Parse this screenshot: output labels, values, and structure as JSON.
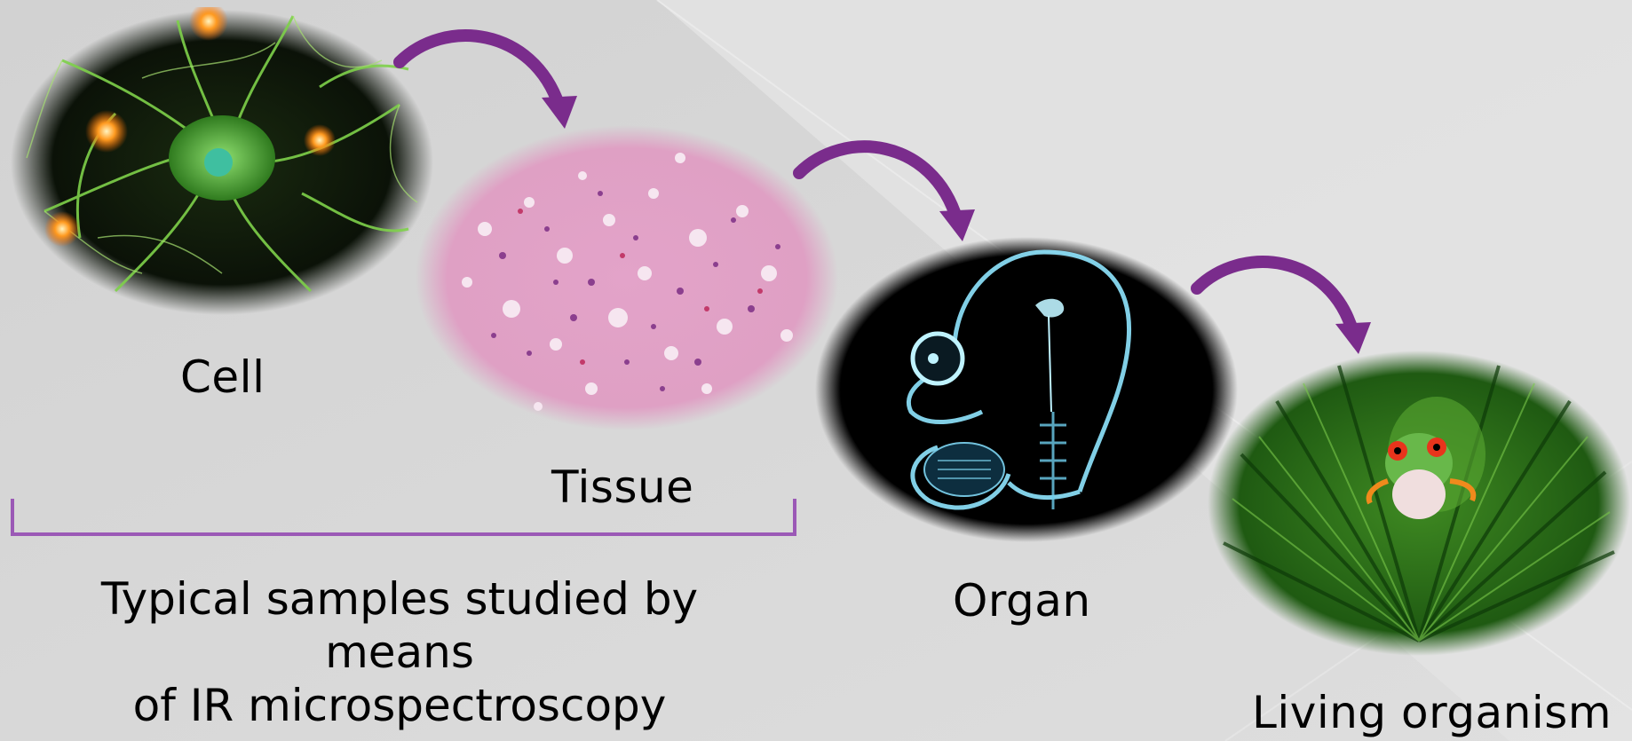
{
  "labels": {
    "cell": "Cell",
    "tissue": "Tissue",
    "organ": "Organ",
    "living_organism": "Living organism"
  },
  "caption": {
    "line1": "Typical samples studied by means",
    "line2": "of IR microspectroscopy"
  },
  "colors": {
    "accent_purple": "#7a2c8c",
    "bracket_purple": "#9b59b6",
    "background": "#d6d6d6"
  }
}
